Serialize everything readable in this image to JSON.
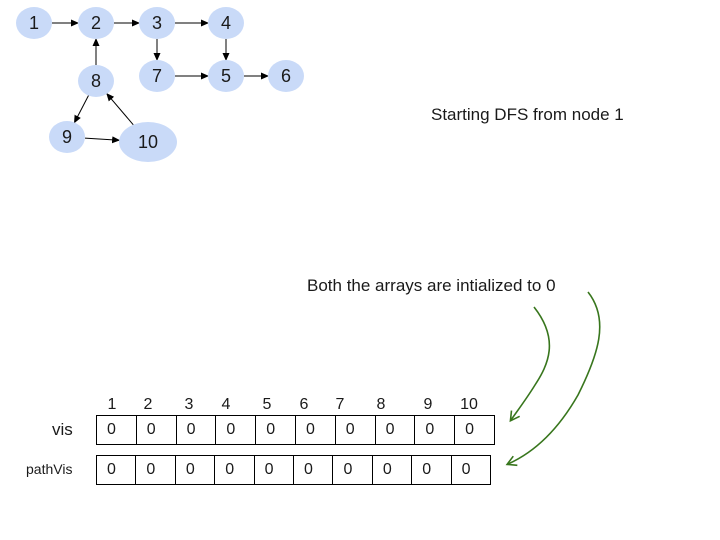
{
  "graph": {
    "node_color": "#c9daf8",
    "edge_color": "#000000",
    "nodes": [
      {
        "id": "n1",
        "label": "1"
      },
      {
        "id": "n2",
        "label": "2"
      },
      {
        "id": "n3",
        "label": "3"
      },
      {
        "id": "n4",
        "label": "4"
      },
      {
        "id": "n7",
        "label": "7"
      },
      {
        "id": "n5",
        "label": "5"
      },
      {
        "id": "n6",
        "label": "6"
      },
      {
        "id": "n8",
        "label": "8"
      },
      {
        "id": "n9",
        "label": "9"
      },
      {
        "id": "n10",
        "label": "10"
      }
    ],
    "edges": [
      {
        "from": "1",
        "to": "2"
      },
      {
        "from": "2",
        "to": "3"
      },
      {
        "from": "3",
        "to": "4"
      },
      {
        "from": "3",
        "to": "7"
      },
      {
        "from": "4",
        "to": "5"
      },
      {
        "from": "7",
        "to": "5"
      },
      {
        "from": "5",
        "to": "6"
      },
      {
        "from": "8",
        "to": "2"
      },
      {
        "from": "8",
        "to": "9"
      },
      {
        "from": "9",
        "to": "10"
      },
      {
        "from": "10",
        "to": "8"
      }
    ]
  },
  "captions": {
    "start": "Starting DFS from node 1",
    "init": "Both the arrays are intialized to 0"
  },
  "annotation_color": "#38761d",
  "arrays": {
    "indices": [
      "1",
      "2",
      "3",
      "4",
      "5",
      "6",
      "7",
      "8",
      "9",
      "10"
    ],
    "vis": {
      "label": "vis",
      "values": [
        "0",
        "0",
        "0",
        "0",
        "0",
        "0",
        "0",
        "0",
        "0",
        "0"
      ]
    },
    "pathVis": {
      "label": "pathVis",
      "values": [
        "0",
        "0",
        "0",
        "0",
        "0",
        "0",
        "0",
        "0",
        "0",
        "0"
      ]
    }
  }
}
